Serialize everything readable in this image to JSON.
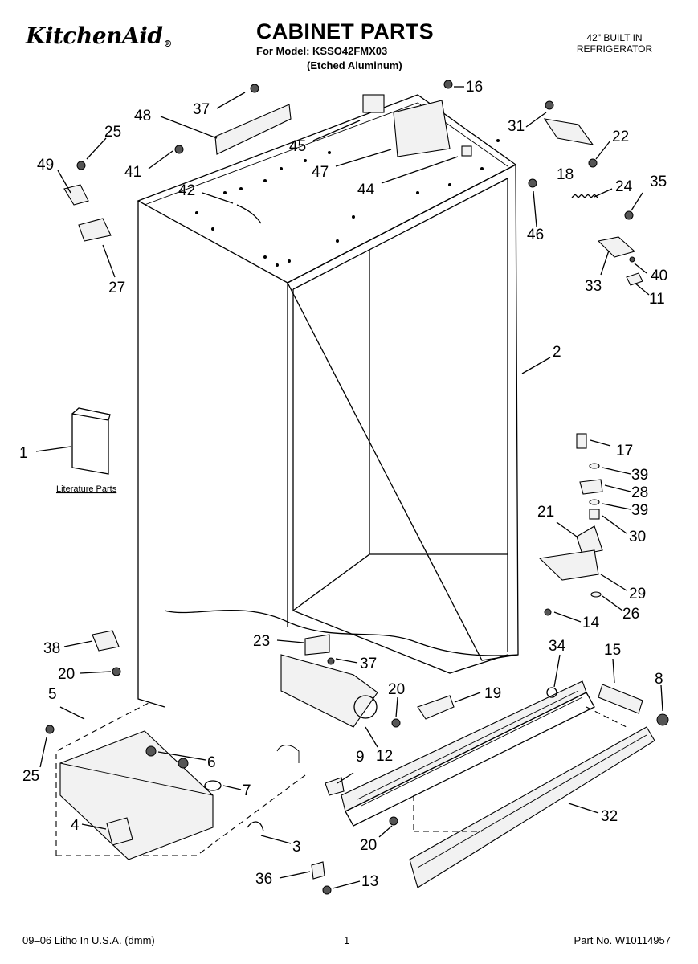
{
  "brand": "KitchenAid",
  "title": "CABINET PARTS",
  "model_line": "For Model: KSSO42FMX03",
  "variant": "(Etched Aluminum)",
  "product_line1": "42\" BUILT IN",
  "product_line2": "REFRIGERATOR",
  "literature_label": "Literature Parts",
  "footer": {
    "left": "09–06 Litho In U.S.A. (dmm)",
    "page": "1",
    "part_no": "Part No. W10114957"
  },
  "callouts": [
    "37",
    "48",
    "25",
    "49",
    "41",
    "45",
    "47",
    "16",
    "31",
    "22",
    "18",
    "44",
    "42",
    "24",
    "35",
    "46",
    "33",
    "40",
    "11",
    "27",
    "2",
    "1",
    "17",
    "39",
    "28",
    "21",
    "39",
    "30",
    "29",
    "14",
    "26",
    "38",
    "20",
    "23",
    "37",
    "5",
    "34",
    "15",
    "8",
    "20",
    "19",
    "25",
    "6",
    "9",
    "12",
    "7",
    "4",
    "32",
    "3",
    "20",
    "36",
    "13"
  ]
}
